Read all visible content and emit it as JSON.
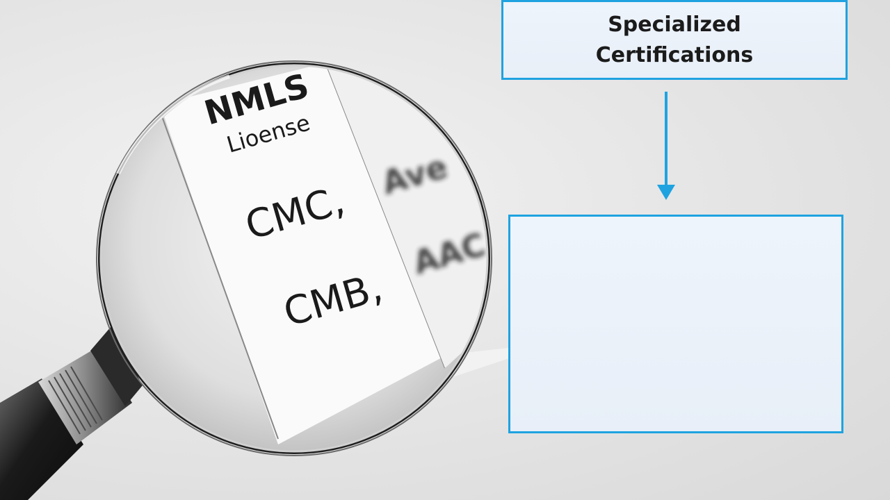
{
  "diagram": {
    "top_box": {
      "title": "Specialized Certifications"
    },
    "bottom_box": {
      "content": ""
    },
    "accent_color": "#1ea3e0"
  },
  "magnifier": {
    "document_texts": {
      "heading_line1": "NMLS",
      "heading_line2": "Lioense",
      "item1": "CMC,",
      "item2": "CMB,",
      "blur1": "Ave",
      "blur2": "AAC"
    },
    "icon": "magnifying-glass-icon"
  }
}
